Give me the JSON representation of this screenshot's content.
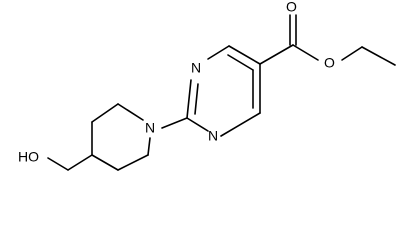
{
  "molecule": {
    "atoms": {
      "pyrimidine_n_top": "N",
      "pyrimidine_n_bottom": "N",
      "piperidine_n": "N",
      "carbonyl_o": "O",
      "ester_o": "O",
      "hydroxyl": "HO"
    }
  }
}
